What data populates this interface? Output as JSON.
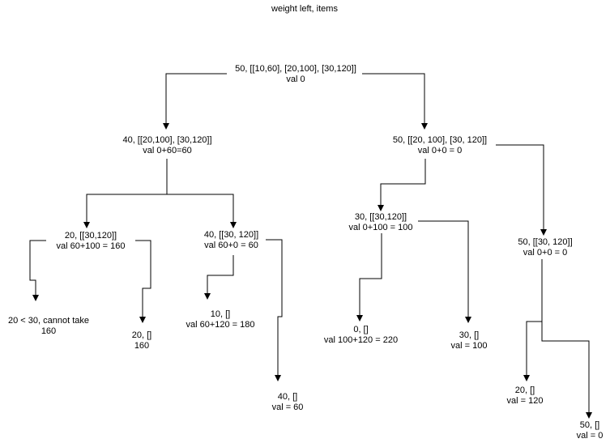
{
  "title": "weight left, items",
  "nodes": {
    "root": {
      "line1": "50, [[10,60], [20,100], [30,120]]",
      "line2": "val 0"
    },
    "n40a": {
      "line1": "40, [[20,100], [30,120]]",
      "line2": "val 0+60=60"
    },
    "n50a": {
      "line1": "50, [[20, 100], [30, 120]]",
      "line2": "val 0+0 = 0"
    },
    "n20a": {
      "line1": "20, [[30,120]]",
      "line2": "val 60+100 = 160"
    },
    "n40b": {
      "line1": "40, [[30, 120]]",
      "line2": "val 60+0 = 60"
    },
    "n30a": {
      "line1": "30, [[30,120]]",
      "line2": "val 0+100 = 100"
    },
    "n50b": {
      "line1": "50, [[30, 120]]",
      "line2": "val 0+0 = 0"
    },
    "cannot": {
      "line1": "20 < 30, cannot take",
      "line2": "160"
    },
    "n20b": {
      "line1": "20, []",
      "line2": "160"
    },
    "n10": {
      "line1": "10, []",
      "line2": "val 60+120 = 180"
    },
    "n40c": {
      "line1": "40, []",
      "line2": "val = 60"
    },
    "n0": {
      "line1": "0, []",
      "line2": "val 100+120 = 220"
    },
    "n30b": {
      "line1": "30, []",
      "line2": "val = 100"
    },
    "n20c": {
      "line1": "20, []",
      "line2": "val = 120"
    },
    "n50c": {
      "line1": "50, []",
      "line2": "val = 0"
    }
  },
  "colors": {
    "line": "#000000",
    "background": "#ffffff",
    "text": "#000000"
  }
}
